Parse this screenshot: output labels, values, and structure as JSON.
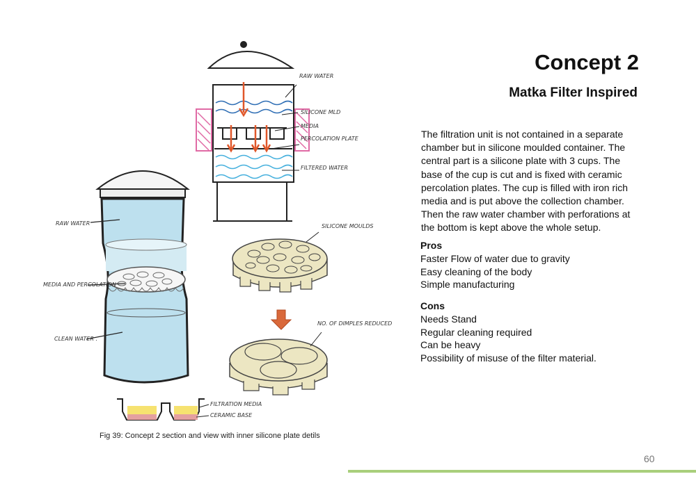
{
  "header": {
    "title": "Concept 2",
    "subtitle": "Matka Filter Inspired"
  },
  "description": "The filtration unit is not contained in a separate chamber but in silicone moulded container. The central part is a silicone plate with 3 cups. The base of the cup is cut and is fixed with ceramic percolation plates. The cup is filled with iron rich media and is put above the collection chamber. Then the raw water chamber with perforations at the bottom is kept above the whole setup.",
  "pros": {
    "heading": "Pros",
    "items": [
      "Faster Flow  of water due to gravity",
      "Easy cleaning  of the body",
      "Simple manufacturing"
    ]
  },
  "cons": {
    "heading": "Cons",
    "items": [
      "Needs Stand",
      "Regular cleaning required",
      "Can be heavy",
      "Possibility of misuse of the filter material."
    ]
  },
  "figure": {
    "caption": "Fig 39: Concept 2 section and view with inner silicone plate detils",
    "labels": {
      "raw_water_top": "RAW WATER",
      "silicone_mold": "SILICONE MLD",
      "media": "MEDIA",
      "percolation_plate": "PERCOLATION PLATE",
      "filtered_water": "FILTERED WATER",
      "raw_water_left": "RAW WATER",
      "media_percolation": "MEDIA AND PERCOLATION",
      "clean_water": "CLEAN WATER .",
      "silicone_moulds": "SILICONE MOULDS",
      "dimples": "NO. OF DIMPLES REDUCED",
      "filtration_media": "FILTRATION MEDIA",
      "ceramic_base": "CERAMIC BASE"
    }
  },
  "footer": {
    "page_number": "60",
    "accent_color": "#a9cf7c"
  }
}
